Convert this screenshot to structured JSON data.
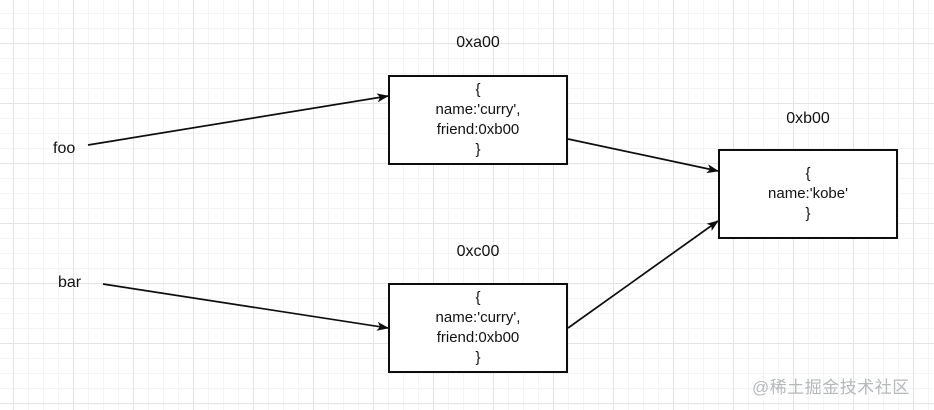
{
  "diagram": {
    "variables": [
      {
        "id": "foo",
        "label": "foo"
      },
      {
        "id": "bar",
        "label": "bar"
      }
    ],
    "nodes": [
      {
        "id": "0xa00",
        "title": "0xa00",
        "lines": [
          "{",
          "name:'curry',",
          "friend:0xb00",
          "}"
        ]
      },
      {
        "id": "0xc00",
        "title": "0xc00",
        "lines": [
          "{",
          "name:'curry',",
          "friend:0xb00",
          "}"
        ]
      },
      {
        "id": "0xb00",
        "title": "0xb00",
        "lines": [
          "{",
          "name:'kobe'",
          "}"
        ]
      }
    ],
    "edges": [
      {
        "from": "foo",
        "to": "0xa00"
      },
      {
        "from": "bar",
        "to": "0xc00"
      },
      {
        "from": "0xa00",
        "to": "0xb00"
      },
      {
        "from": "0xc00",
        "to": "0xb00"
      }
    ],
    "watermark": "@稀土掘金技术社区",
    "colors": {
      "stroke": "#0d0d0d",
      "text": "#111111",
      "grid_major": "#e4e4e4",
      "grid_minor": "#f4f4f4",
      "watermark": "#b5b8ba",
      "background": "#ffffff"
    }
  }
}
